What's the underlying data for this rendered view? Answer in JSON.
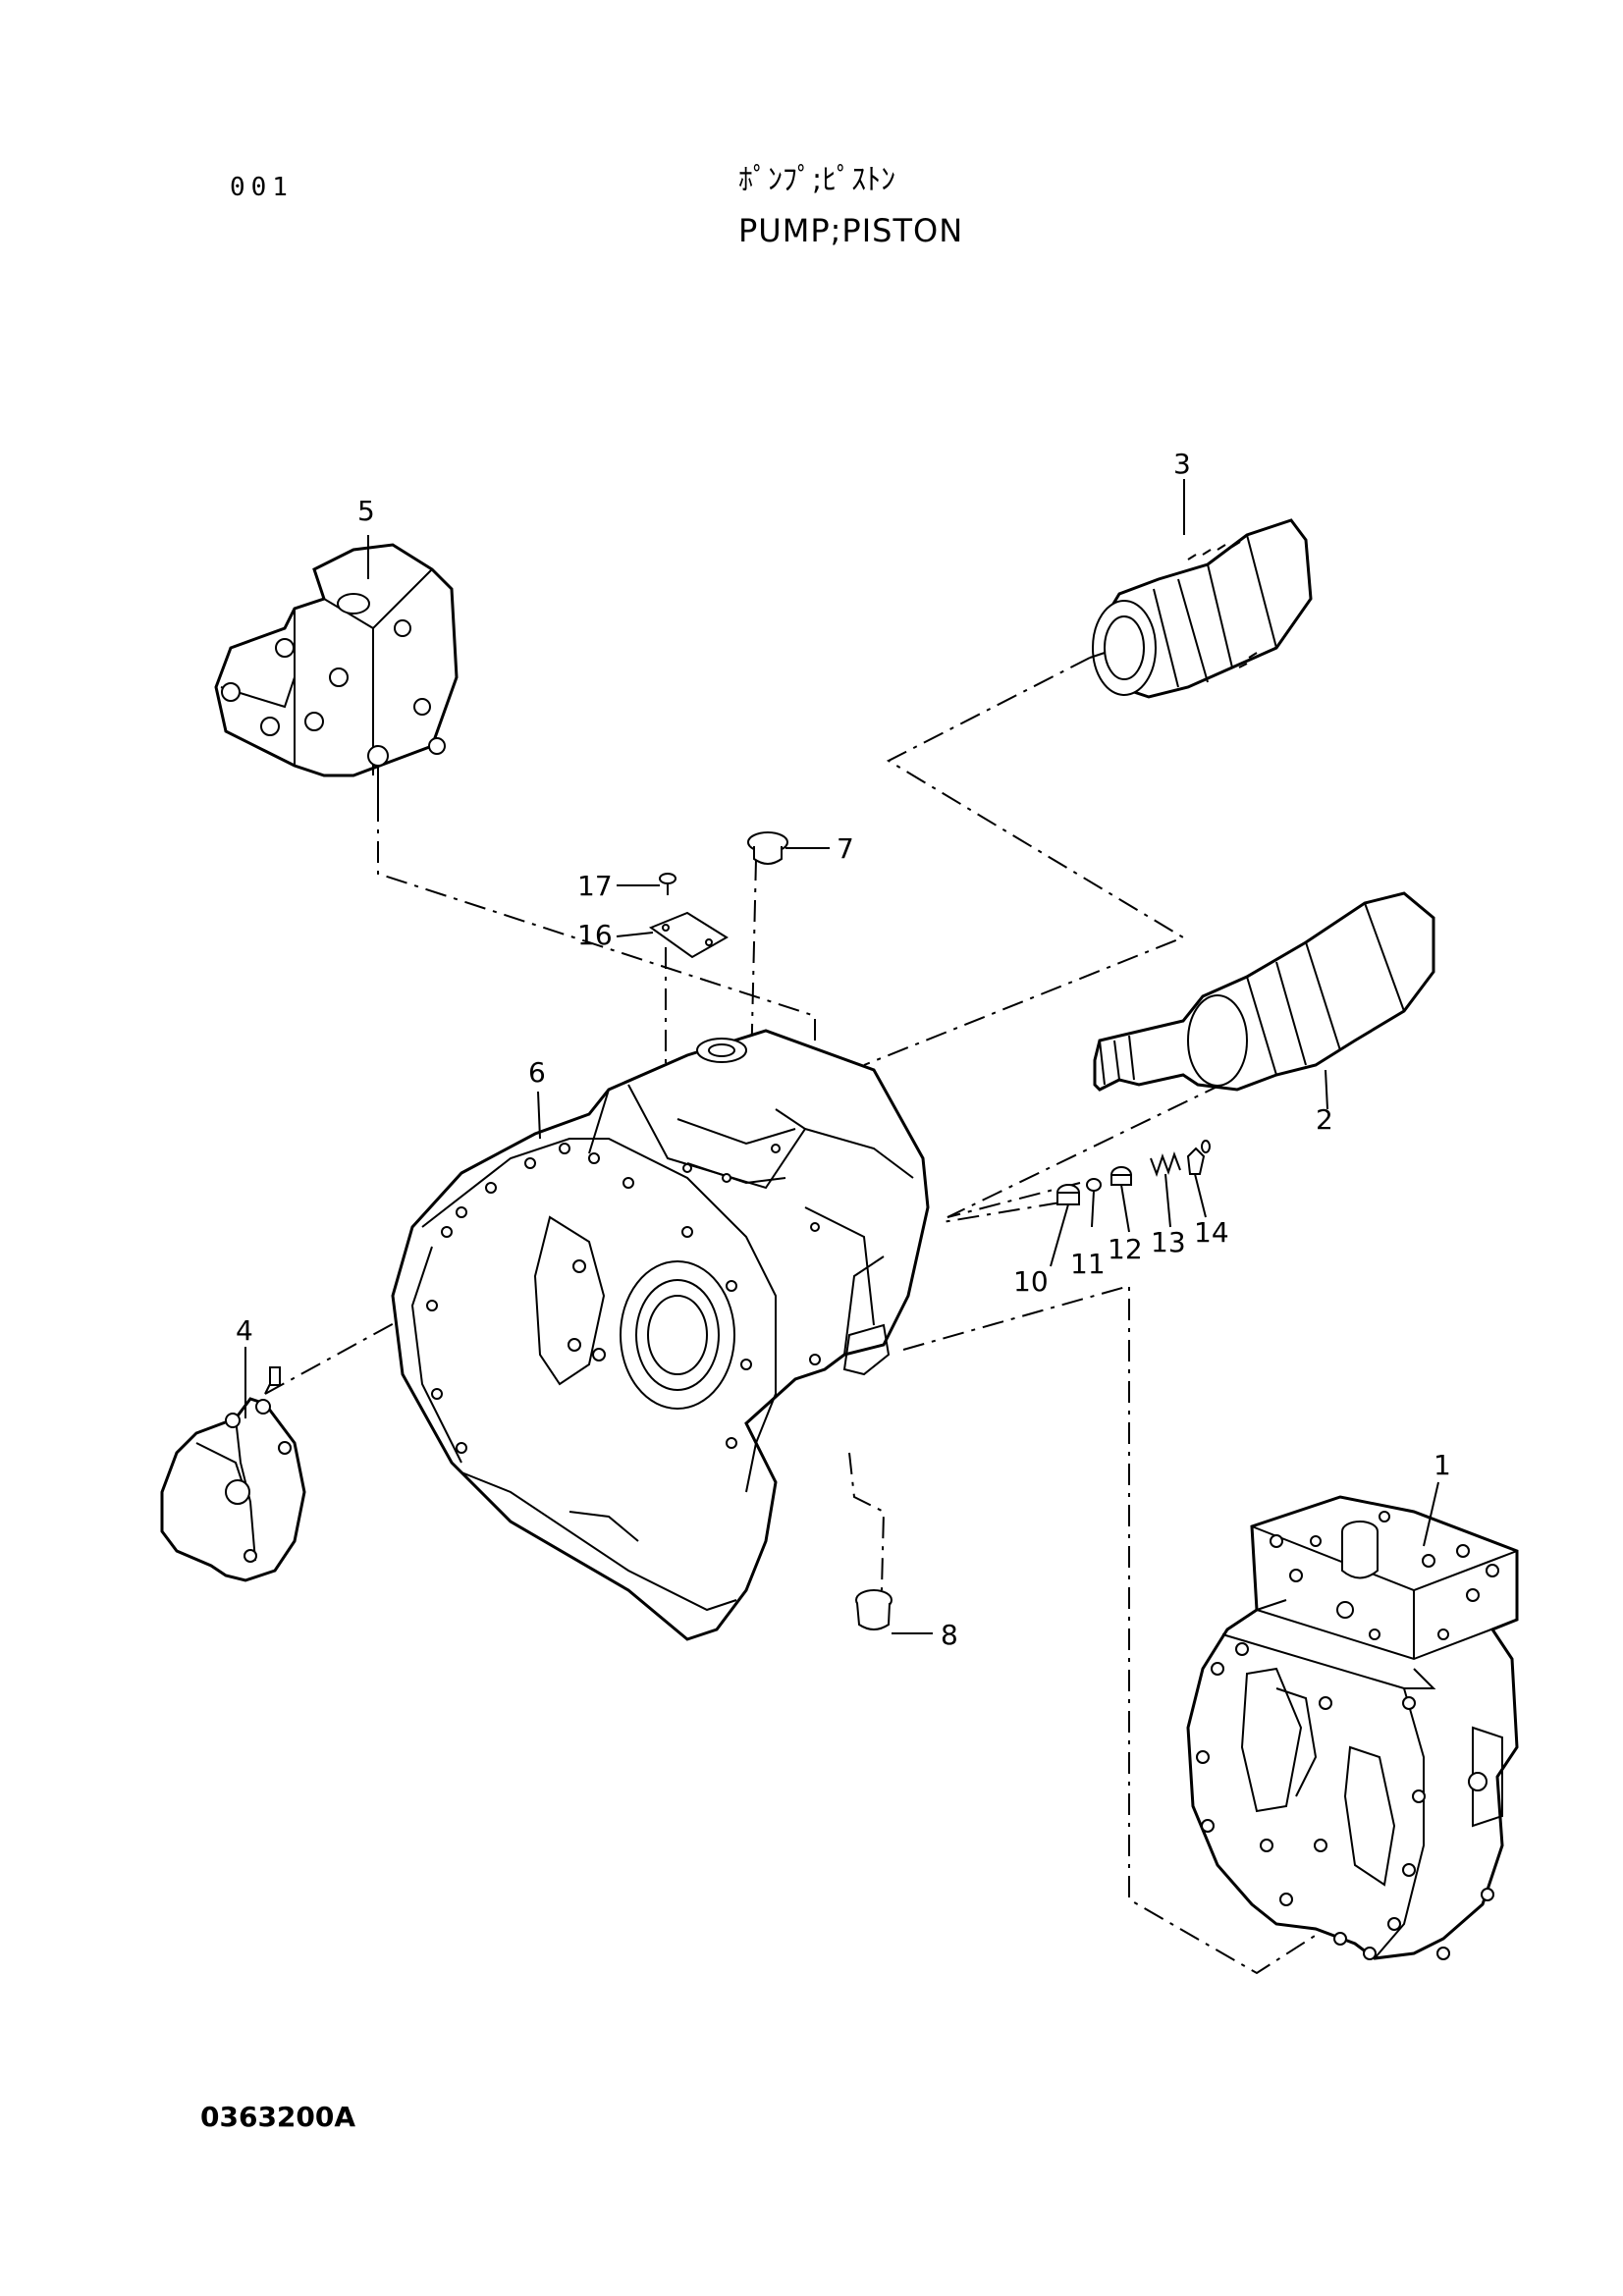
{
  "header": {
    "page_number": "001",
    "title_jp": "ﾎﾟﾝﾌﾟ;ﾋﾟｽﾄﾝ",
    "title_en": "PUMP;PISTON"
  },
  "footer": {
    "document_code": "0363200A"
  },
  "parts": [
    {
      "id": "part-1",
      "label": "1"
    },
    {
      "id": "part-2",
      "label": "2"
    },
    {
      "id": "part-3",
      "label": "3"
    },
    {
      "id": "part-4",
      "label": "4"
    },
    {
      "id": "part-5",
      "label": "5"
    },
    {
      "id": "part-6",
      "label": "6"
    },
    {
      "id": "part-7",
      "label": "7"
    },
    {
      "id": "part-8",
      "label": "8"
    },
    {
      "id": "part-10",
      "label": "10"
    },
    {
      "id": "part-11",
      "label": "11"
    },
    {
      "id": "part-12",
      "label": "12"
    },
    {
      "id": "part-13",
      "label": "13"
    },
    {
      "id": "part-14",
      "label": "14"
    },
    {
      "id": "part-16",
      "label": "16"
    },
    {
      "id": "part-17",
      "label": "17"
    }
  ]
}
